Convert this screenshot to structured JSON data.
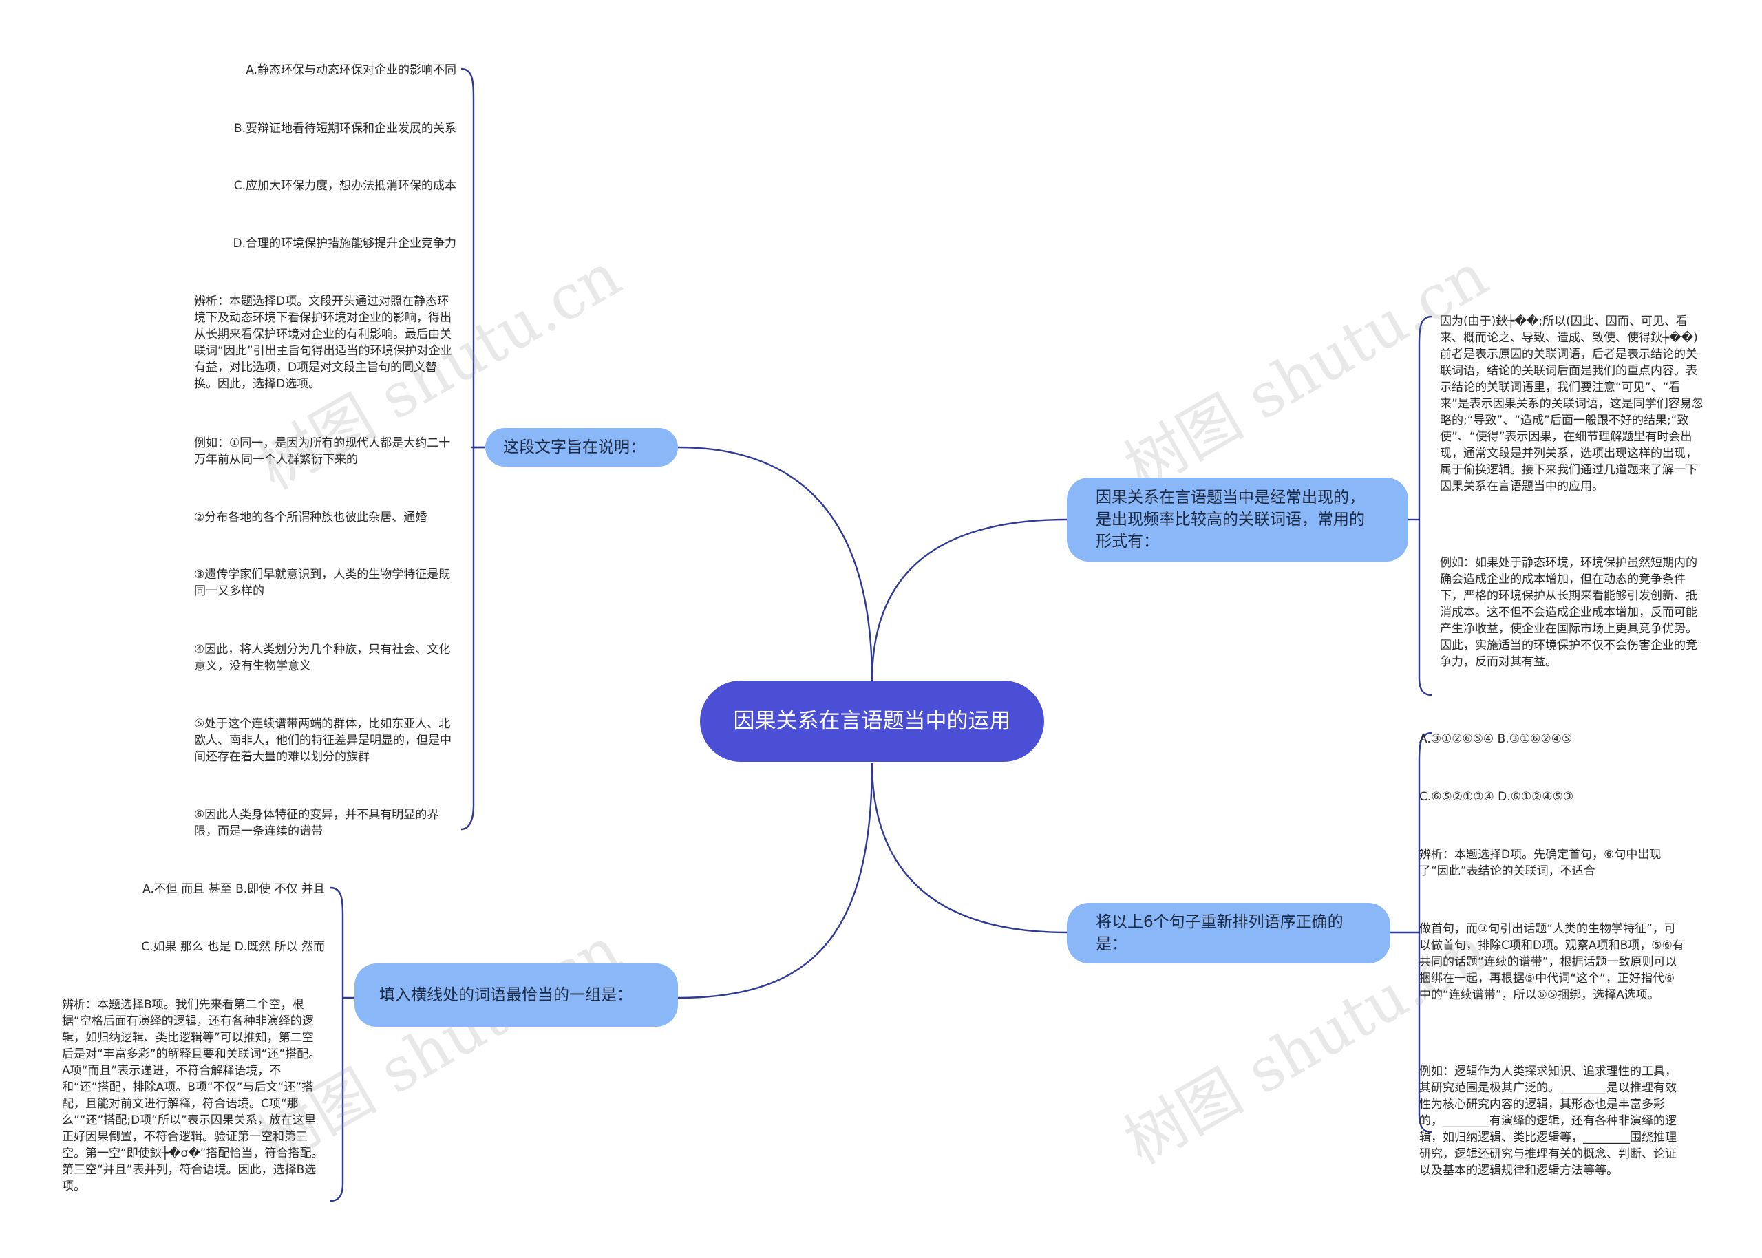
{
  "root": {
    "label": "因果关系在言语题当中的运用"
  },
  "topics": {
    "purpose": {
      "label": "这段文字旨在说明："
    },
    "fill": {
      "label": "填入横线处的词语最恰当的一组是："
    },
    "causal": {
      "label": "因果关系在言语题当中是经常出现的，是出现频率比较高的关联词语，常用的形式有："
    },
    "reorder": {
      "label": "将以上6个句子重新排列语序正确的是："
    }
  },
  "purpose_items": [
    "A.静态环保与动态环保对企业的影响不同",
    "B.要辩证地看待短期环保和企业发展的关系",
    "C.应加大环保力度，想办法抵消环保的成本",
    "D.合理的环境保护措施能够提升企业竞争力",
    "辨析：本题选择D项。文段开头通过对照在静态环境下及动态环境下看保护环境对企业的影响，得出从长期来看保护环境对企业的有利影响。最后由关联词“因此”引出主旨句得出适当的环境保护对企业有益，对比选项，D项是对文段主旨句的同义替换。因此，选择D选项。",
    "例如：①同一，是因为所有的现代人都是大约二十万年前从同一个人群繁衍下来的",
    "②分布各地的各个所谓种族也彼此杂居、通婚",
    "③遗传学家们早就意识到，人类的生物学特征是既同一又多样的",
    "④因此，将人类划分为几个种族，只有社会、文化意义，没有生物学意义",
    "⑤处于这个连续谱带两端的群体，比如东亚人、北欧人、南非人，他们的特征差异是明显的，但是中间还存在着大量的难以划分的族群",
    "⑥因此人类身体特征的变异，并不具有明显的界限，而是一条连续的谱带"
  ],
  "fill_items": [
    "A.不但 而且 甚至 B.即使 不仅 并且",
    "C.如果 那么 也是 D.既然 所以 然而",
    "辨析：本题选择B项。我们先来看第二个空，根据“空格后面有演绎的逻辑，还有各种非演绎的逻辑，如归纳逻辑、类比逻辑等”可以推知，第二空后是对“丰富多彩”的解释且要和关联词“还”搭配。A项“而且”表示递进，不符合解释语境，不和“还”搭配，排除A项。B项“不仅”与后文“还”搭配，且能对前文进行解释，符合语境。C项“那么”“还”搭配;D项“所以”表示因果关系，放在这里正好因果倒置，不符合逻辑。验证第一空和第三空。第一空“即使鈥┾�σ�”搭配恰当，符合搭配。第三空“并且”表并列，符合语境。因此，选择B选项。"
  ],
  "causal_items": [
    "因为(由于)鈥┾��;所以(因此、因而、可见、看来、概而论之、导致、造成、致使、使得鈥┾��)前者是表示原因的关联词语，后者是表示结论的关联词语，结论的关联词后面是我们的重点内容。表示结论的关联词语里，我们要注意“可见”、“看来”是表示因果关系的关联词语，这是同学们容易忽略的;“导致”、“造成”后面一般跟不好的结果;“致使”、“使得”表示因果，在细节理解题里有时会出现，通常文段是并列关系，选项出现这样的出现，属于偷换逻辑。接下来我们通过几道题来了解一下因果关系在言语题当中的应用。",
    "例如：如果处于静态环境，环境保护虽然短期内的确会造成企业的成本增加，但在动态的竞争条件下，严格的环境保护从长期来看能够引发创新、抵消成本。这不但不会造成企业成本增加，反而可能产生净收益，使企业在国际市场上更具竞争优势。因此，实施适当的环境保护不仅不会伤害企业的竞争力，反而对其有益。"
  ],
  "reorder_items": [
    "A.③①②⑥⑤④ B.③①⑥②④⑤",
    "C.⑥⑤②①③④ D.⑥①②④⑤③",
    "辨析：本题选择D项。先确定首句，⑥句中出现了“因此”表结论的关联词，不适合",
    "做首句，而③句引出话题“人类的生物学特征”，可以做首句，排除C项和D项。观察A项和B项，⑤⑥有共同的话题“连续的谱带”，根据话题一致原则可以捆绑在一起，再根据⑤中代词“这个”，正好指代⑥中的“连续谱带”，所以⑥⑤捆绑，选择A选项。",
    "例如：逻辑作为人类探求知识、追求理性的工具，其研究范围是极其广泛的。________是以推理有效性为核心研究内容的逻辑，其形态也是丰富多彩的，________有演绎的逻辑，还有各种非演绎的逻辑，如归纳逻辑、类比逻辑等，________围绕推理研究，逻辑还研究与推理有关的概念、判断、论证以及基本的逻辑规律和逻辑方法等等。"
  ],
  "watermark": "树图 shutu.cn",
  "colors": {
    "root": "#4a4fd6",
    "topic": "#8ab7f7",
    "line": "#2e3a96"
  }
}
